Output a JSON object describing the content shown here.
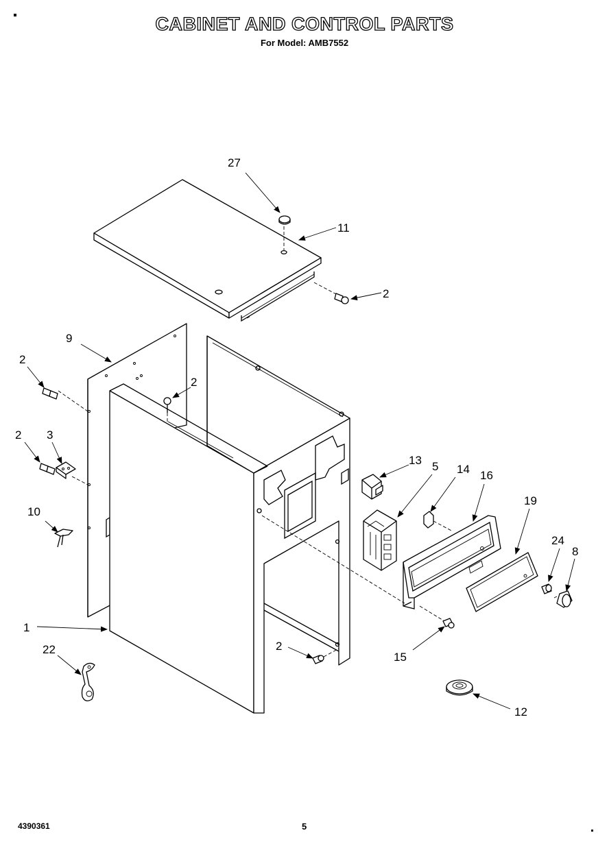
{
  "header": {
    "title": "CABINET AND CONTROL PARTS",
    "subtitle": "For Model: AMB7552"
  },
  "footer": {
    "doc_number": "4390361",
    "page_number": "5"
  },
  "callouts": [
    {
      "key": "27",
      "label": "27"
    },
    {
      "key": "11",
      "label": "11"
    },
    {
      "key": "2_top",
      "label": "2"
    },
    {
      "key": "9",
      "label": "9"
    },
    {
      "key": "2_left",
      "label": "2"
    },
    {
      "key": "2_mid",
      "label": "2"
    },
    {
      "key": "2_hinge",
      "label": "2"
    },
    {
      "key": "3",
      "label": "3"
    },
    {
      "key": "13",
      "label": "13"
    },
    {
      "key": "5",
      "label": "5"
    },
    {
      "key": "14",
      "label": "14"
    },
    {
      "key": "16",
      "label": "16"
    },
    {
      "key": "19",
      "label": "19"
    },
    {
      "key": "10",
      "label": "10"
    },
    {
      "key": "24",
      "label": "24"
    },
    {
      "key": "8",
      "label": "8"
    },
    {
      "key": "1",
      "label": "1"
    },
    {
      "key": "22",
      "label": "22"
    },
    {
      "key": "2_bottom",
      "label": "2"
    },
    {
      "key": "15",
      "label": "15"
    },
    {
      "key": "12",
      "label": "12"
    }
  ]
}
